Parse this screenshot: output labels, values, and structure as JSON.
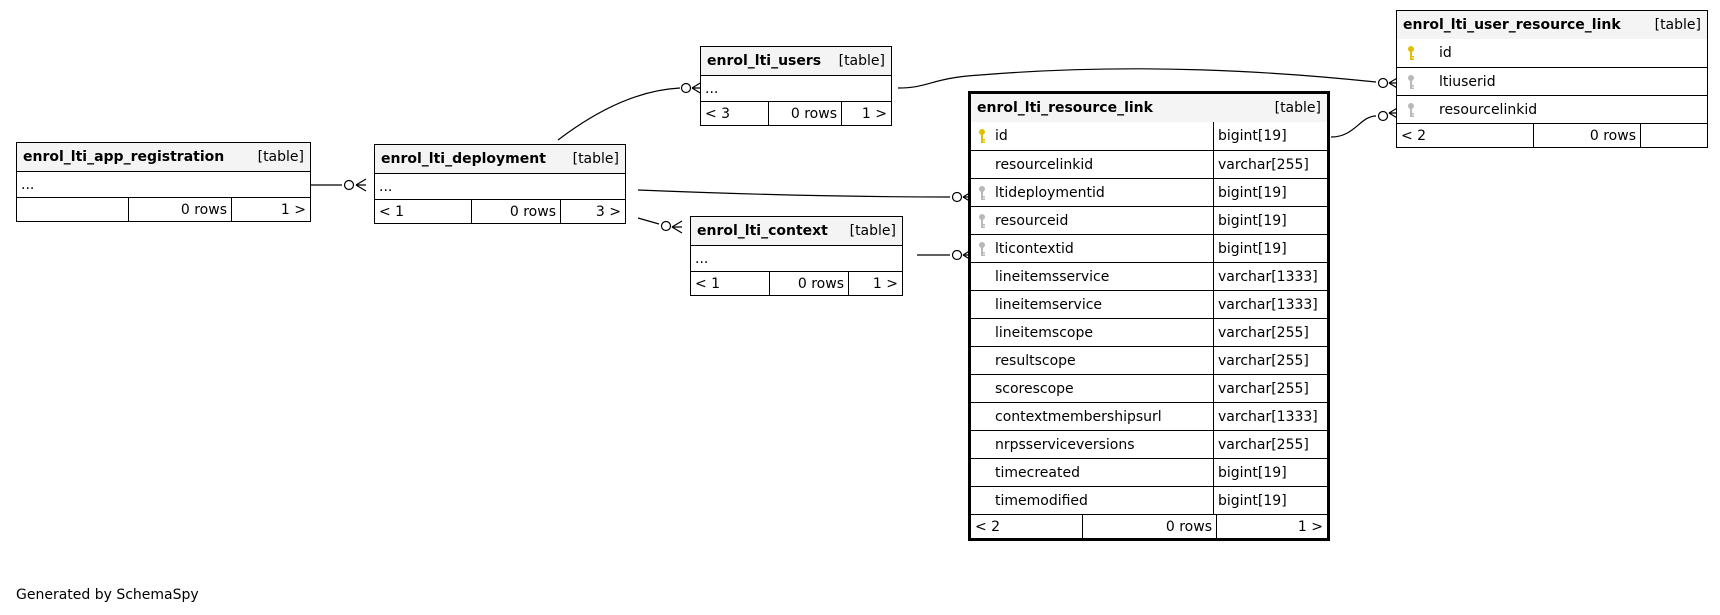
{
  "caption": "Generated by SchemaSpy",
  "key_colors": {
    "primary": "#e0c000",
    "foreign": "#b8b8b8"
  },
  "tables": {
    "app_registration": {
      "name": "enrol_lti_app_registration",
      "kind": "[table]",
      "ellipsis": "...",
      "footer": {
        "parents": "",
        "rows": "0 rows",
        "children": "1 >"
      }
    },
    "deployment": {
      "name": "enrol_lti_deployment",
      "kind": "[table]",
      "ellipsis": "...",
      "footer": {
        "parents": "< 1",
        "rows": "0 rows",
        "children": "3 >"
      }
    },
    "users": {
      "name": "enrol_lti_users",
      "kind": "[table]",
      "ellipsis": "...",
      "footer": {
        "parents": "< 3",
        "rows": "0 rows",
        "children": "1 >"
      }
    },
    "context": {
      "name": "enrol_lti_context",
      "kind": "[table]",
      "ellipsis": "...",
      "footer": {
        "parents": "< 1",
        "rows": "0 rows",
        "children": "1 >"
      }
    },
    "resource_link": {
      "name": "enrol_lti_resource_link",
      "kind": "[table]",
      "columns": [
        {
          "name": "id",
          "type": "bigint[19]",
          "key": "primary"
        },
        {
          "name": "resourcelinkid",
          "type": "varchar[255]",
          "key": ""
        },
        {
          "name": "ltideploymentid",
          "type": "bigint[19]",
          "key": "foreign"
        },
        {
          "name": "resourceid",
          "type": "bigint[19]",
          "key": "foreign"
        },
        {
          "name": "lticontextid",
          "type": "bigint[19]",
          "key": "foreign"
        },
        {
          "name": "lineitemsservice",
          "type": "varchar[1333]",
          "key": ""
        },
        {
          "name": "lineitemservice",
          "type": "varchar[1333]",
          "key": ""
        },
        {
          "name": "lineitemscope",
          "type": "varchar[255]",
          "key": ""
        },
        {
          "name": "resultscope",
          "type": "varchar[255]",
          "key": ""
        },
        {
          "name": "scorescope",
          "type": "varchar[255]",
          "key": ""
        },
        {
          "name": "contextmembershipsurl",
          "type": "varchar[1333]",
          "key": ""
        },
        {
          "name": "nrpsserviceversions",
          "type": "varchar[255]",
          "key": ""
        },
        {
          "name": "timecreated",
          "type": "bigint[19]",
          "key": ""
        },
        {
          "name": "timemodified",
          "type": "bigint[19]",
          "key": ""
        }
      ],
      "footer": {
        "parents": "< 2",
        "rows": "0 rows",
        "children": "1 >"
      }
    },
    "user_resource_link": {
      "name": "enrol_lti_user_resource_link",
      "kind": "[table]",
      "columns": [
        {
          "name": "id",
          "key": "primary"
        },
        {
          "name": "ltiuserid",
          "key": "foreign"
        },
        {
          "name": "resourcelinkid",
          "key": "foreign"
        }
      ],
      "footer": {
        "parents": "< 2",
        "rows": "0 rows",
        "children": ""
      }
    }
  },
  "relationships": [
    {
      "parent": "enrol_lti_app_registration",
      "child": "enrol_lti_deployment"
    },
    {
      "parent": "enrol_lti_deployment",
      "child": "enrol_lti_users"
    },
    {
      "parent": "enrol_lti_deployment",
      "child": "enrol_lti_resource_link"
    },
    {
      "parent": "enrol_lti_deployment",
      "child": "enrol_lti_context"
    },
    {
      "parent": "enrol_lti_context",
      "child": "enrol_lti_resource_link"
    },
    {
      "parent": "enrol_lti_users",
      "child": "enrol_lti_user_resource_link"
    },
    {
      "parent": "enrol_lti_resource_link",
      "child": "enrol_lti_user_resource_link"
    }
  ]
}
